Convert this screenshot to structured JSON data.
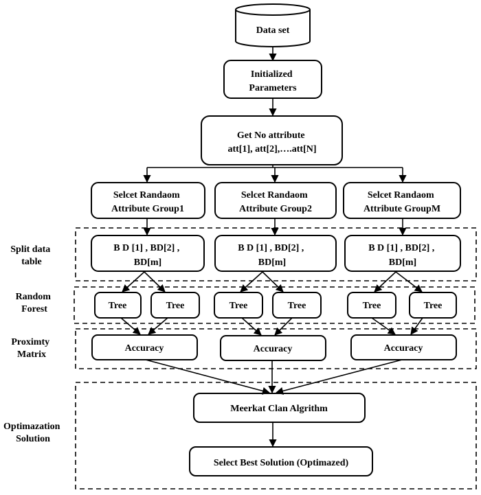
{
  "nodes": {
    "dataset": "Data set",
    "init": [
      "Initialized",
      "Parameters"
    ],
    "getattr": [
      "Get No attribute",
      "att[1], att[2],….att[N]"
    ],
    "groups": [
      [
        "Selcet Randaom",
        "Attribute Group1"
      ],
      [
        "Selcet Randaom",
        "Attribute Group2"
      ],
      [
        "Selcet Randaom",
        "Attribute GroupM"
      ]
    ],
    "bd": [
      "B D [1] , BD[2] ,",
      "BD[m]"
    ],
    "tree": "Tree",
    "accuracy": "Accuracy",
    "meerkat": "Meerkat Clan Algrithm",
    "best": "Select Best Solution (Optimazed)"
  },
  "side_labels": {
    "split": [
      "Split  data",
      "table"
    ],
    "forest": [
      "Random",
      "Forest"
    ],
    "proximity": [
      "Proximty",
      "Matrix"
    ],
    "optimization": [
      "Optimazation",
      "Solution"
    ]
  }
}
